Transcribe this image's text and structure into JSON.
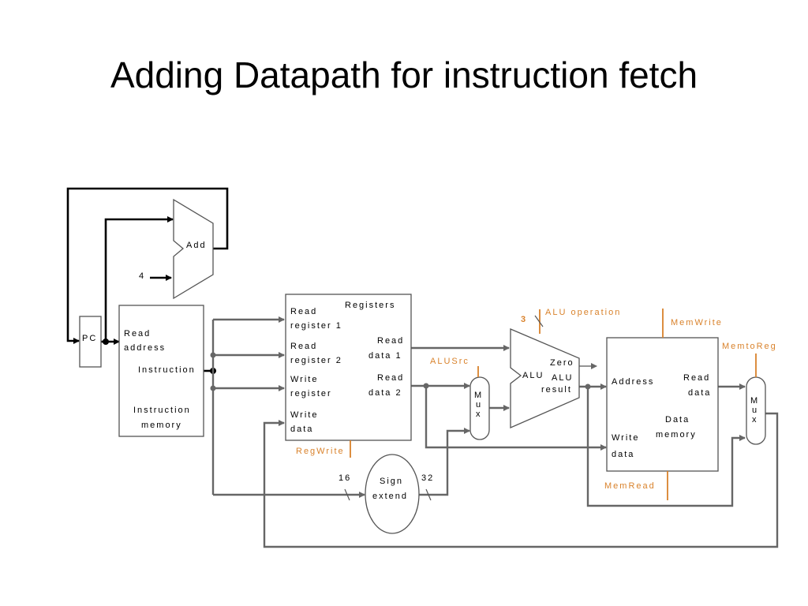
{
  "slide": {
    "title": "Adding Datapath for instruction fetch"
  },
  "labels": {
    "add": "Add",
    "four": "4",
    "pc": "PC",
    "im_read": "Read",
    "im_address": "address",
    "im_instruction": "Instruction",
    "im_name1": "Instruction",
    "im_name2": "memory",
    "rf_title": "Registers",
    "rf_read1_a": "Read",
    "rf_read1_b": "register 1",
    "rf_read2_a": "Read",
    "rf_read2_b": "register 2",
    "rf_write_a": "Write",
    "rf_write_b": "register",
    "rf_wdata_a": "Write",
    "rf_wdata_b": "data",
    "rf_rd1_a": "Read",
    "rf_rd1_b": "data 1",
    "rf_rd2_a": "Read",
    "rf_rd2_b": "data 2",
    "mux1_m": "M",
    "mux1_u": "u",
    "mux1_x": "x",
    "alu": "ALU",
    "alu_zero": "Zero",
    "alu_result_a": "ALU",
    "alu_result_b": "result",
    "dm_address": "Address",
    "dm_read_a": "Read",
    "dm_read_b": "data",
    "dm_name_a": "Data",
    "dm_name_b": "memory",
    "dm_write_a": "Write",
    "dm_write_b": "data",
    "mux2_m": "M",
    "mux2_u": "u",
    "mux2_x": "x",
    "sign_a": "Sign",
    "sign_b": "extend",
    "bits16": "16",
    "bits32": "32"
  },
  "control_signals": {
    "alu_operation": "ALU operation",
    "alu_op_bits": "3",
    "mem_write": "MemWrite",
    "mem_to_reg": "MemtoReg",
    "alu_src": "ALUSrc",
    "reg_write": "RegWrite",
    "mem_read": "MemRead"
  },
  "colors": {
    "control": "#d9822b",
    "wire": "#666666",
    "fetch_wire": "#000000"
  }
}
